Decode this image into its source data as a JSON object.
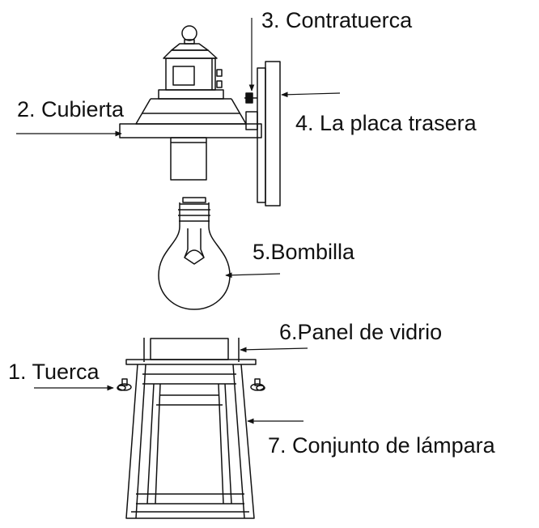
{
  "labels": {
    "tuerca": "1. Tuerca",
    "cubierta": "2. Cubierta",
    "contratuerca": "3. Contratuerca",
    "placa_trasera": "4. La placa trasera",
    "bombilla": "5.Bombilla",
    "panel_vidrio": "6.Panel de vidrio",
    "conjunto_lampara": "7. Conjunto de lámpara"
  },
  "colors": {
    "line": "#111111",
    "background": "#ffffff"
  }
}
